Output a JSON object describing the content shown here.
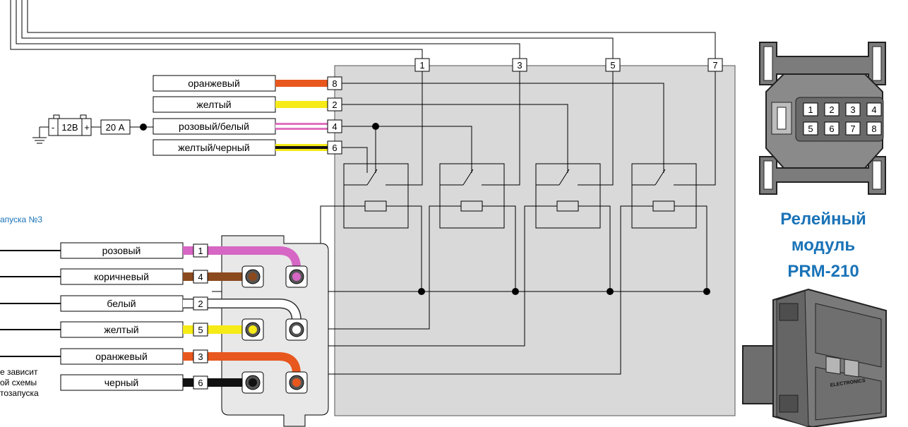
{
  "title": {
    "line1": "Релейный",
    "line2": "модуль",
    "line3": "PRM-210"
  },
  "power": {
    "battery": "12В",
    "plus": "+",
    "minus": "-",
    "fuse": "20 А"
  },
  "top_wires": [
    {
      "label": "оранжевый",
      "pin": "8",
      "color": "#e8571e"
    },
    {
      "label": "желтый",
      "pin": "2",
      "color": "#f6ea17"
    },
    {
      "label": "розовый/белый",
      "pin": "4",
      "color": "#e070c0"
    },
    {
      "label": "желтый/черный",
      "pin": "6",
      "color": "#f6ea17"
    }
  ],
  "top_pins": [
    "1",
    "3",
    "5",
    "7"
  ],
  "bottom_wires": [
    {
      "label": "розовый",
      "pin": "1",
      "color": "#d667c4"
    },
    {
      "label": "коричневый",
      "pin": "4",
      "color": "#8b4a1e"
    },
    {
      "label": "белый",
      "pin": "2",
      "color": "#ffffff"
    },
    {
      "label": "желтый",
      "pin": "5",
      "color": "#f6ea17"
    },
    {
      "label": "оранжевый",
      "pin": "3",
      "color": "#e8571e"
    },
    {
      "label": "черный",
      "pin": "6",
      "color": "#111111"
    }
  ],
  "connector_pins": [
    "1",
    "2",
    "3",
    "4",
    "5",
    "6",
    "7",
    "8"
  ],
  "side_note_title": "апуска №3",
  "side_note": [
    "е зависит",
    "ой схемы",
    "тозапуска"
  ],
  "brand_logo": "ELECTRONICS"
}
